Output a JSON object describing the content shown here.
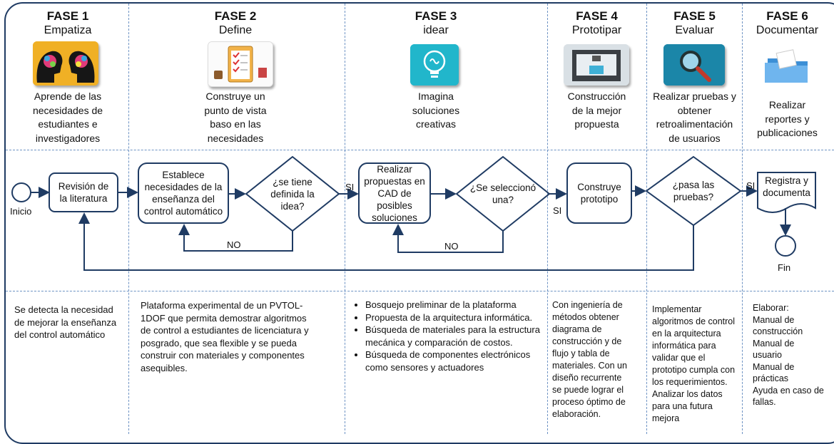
{
  "phases": [
    {
      "title": "FASE 1",
      "subtitle": "Empatiza",
      "desc": [
        "Aprende de las",
        "necesidades de",
        "estudiantes e",
        "investigadores"
      ],
      "icon": "heads-brain-icon"
    },
    {
      "title": "FASE 2",
      "subtitle": "Define",
      "desc": [
        "Construye un",
        "punto de vista",
        "baso en las",
        "necesidades"
      ],
      "icon": "checklist-clipboard-icon"
    },
    {
      "title": "FASE 3",
      "subtitle": "idear",
      "desc": [
        "Imagina",
        "soluciones",
        "creativas"
      ],
      "icon": "lightbulb-icon"
    },
    {
      "title": "FASE 4",
      "subtitle": "Prototipar",
      "desc": [
        "Construcción",
        "de la mejor",
        "propuesta"
      ],
      "icon": "3d-printer-icon"
    },
    {
      "title": "FASE 5",
      "subtitle": "Evaluar",
      "desc": [
        "Realizar pruebas y",
        "obtener",
        "retroalimentación",
        "de usuarios"
      ],
      "icon": "magnifier-icon"
    },
    {
      "title": "FASE 6",
      "subtitle": "Documentar",
      "desc": [
        "Realizar",
        "reportes y",
        "publicaciones"
      ],
      "icon": "folders-icon"
    }
  ],
  "flow": {
    "start": "Inicio",
    "review": [
      "Revisión de",
      "la literatura"
    ],
    "establish": [
      "Establece",
      "necesidades de la",
      "enseñanza del",
      "control automático"
    ],
    "decision1": [
      "¿se tiene",
      "definida la",
      "idea?"
    ],
    "yes1": "SI",
    "no1": "NO",
    "propose": [
      "Realizar",
      "propuestas en",
      "CAD de posibles",
      "soluciones"
    ],
    "decision2": [
      "¿Se seleccionó",
      "una?"
    ],
    "yes2": "SI",
    "no2": "NO",
    "build": [
      "Construye",
      "prototipo"
    ],
    "decision3": [
      "¿pasa las",
      "pruebas?"
    ],
    "yes3": "SI",
    "register": [
      "Registra y",
      "documenta"
    ],
    "end": "Fin"
  },
  "details": {
    "col1": [
      "Se detecta la necesidad",
      "de mejorar la enseñanza",
      "del control automático"
    ],
    "col2": [
      "Plataforma experimental de  un PVTOL-",
      "1DOF que permita demostrar algoritmos",
      "de control  a estudiantes de licenciatura y",
      "posgrado, que sea flexible y se pueda",
      "construir con materiales y componentes",
      "asequibles."
    ],
    "col3": [
      "Bosquejo preliminar de la plataforma",
      "Propuesta de la arquitectura informática.",
      "Búsqueda de materiales para la estructura mecánica y comparación de costos.",
      "Búsqueda de componentes electrónicos como sensores y actuadores"
    ],
    "col4": [
      "Con ingeniería de",
      "métodos obtener",
      "diagrama de",
      "construcción y de",
      "flujo y tabla de",
      "materiales. Con un",
      "diseño recurrente",
      "se puede lograr el",
      "proceso óptimo de",
      "elaboración."
    ],
    "col5": [
      "Implementar",
      "algoritmos de control",
      "en la arquitectura",
      "informática para",
      "validar que el",
      "prototipo cumpla con",
      "los requerimientos.",
      "Analizar los datos",
      "para una futura",
      "mejora"
    ],
    "col6": [
      "Elaborar:",
      "Manual de",
      "construcción",
      "Manual de",
      "usuario",
      "Manual de",
      "prácticas",
      "Ayuda en caso de",
      "fallas."
    ]
  },
  "colors": {
    "border": "#1f3b63",
    "divider": "#6e93c4",
    "line": "#1f3b63"
  }
}
